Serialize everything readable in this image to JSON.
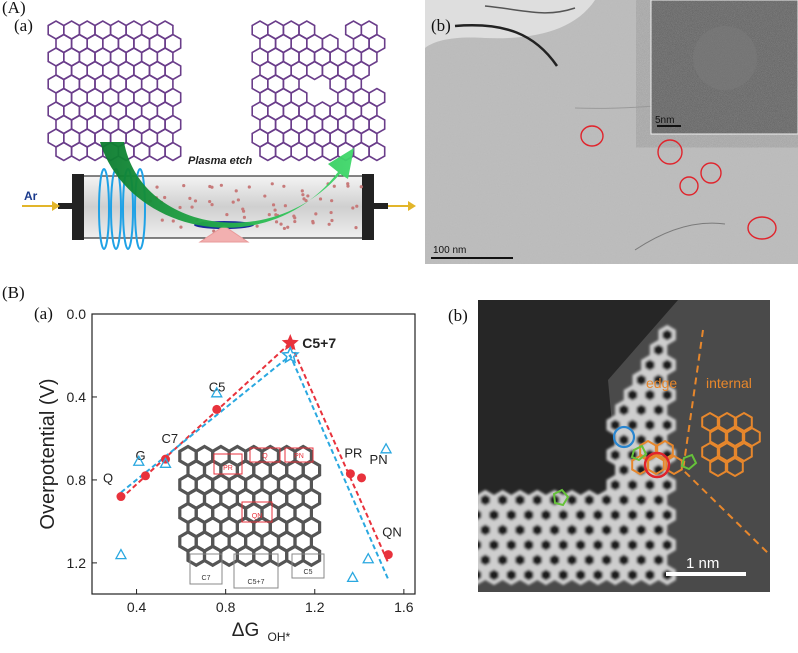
{
  "figure": {
    "section_a_label": "(A)",
    "section_b_label": "(B)"
  },
  "panel_a_a": {
    "label": "(a)",
    "process_label": "Plasma etch",
    "gas_label": "Ar"
  },
  "panel_a_b": {
    "label": "(b)",
    "inset_scale": "5nm",
    "scale_bar": "100 nm"
  },
  "panel_b_b": {
    "label": "(b)",
    "edge_label": "edge",
    "internal_label": "internal",
    "scale_bar": "1 nm"
  },
  "chart_data": {
    "type": "scatter",
    "panel_label": "(a)",
    "xlabel": "ΔG",
    "xlabel_sub": "OH*",
    "ylabel": "Overpotential (V)",
    "xlim": [
      0.2,
      1.65
    ],
    "ylim": [
      1.35,
      0.0
    ],
    "y_inverted": true,
    "xticks": [
      0.4,
      0.8,
      1.2,
      1.6
    ],
    "xtick_labels": [
      "0.4",
      "0.8",
      "1.2",
      "1.6"
    ],
    "yticks": [
      0.0,
      0.4,
      0.8,
      1.2
    ],
    "ytick_labels": [
      "0.0",
      "0.4",
      "0.8",
      "1.2"
    ],
    "series": [
      {
        "marker": "filled-circle",
        "color": "#e8323c",
        "points": [
          {
            "x": 0.33,
            "y": 0.88,
            "label": "Q"
          },
          {
            "x": 0.44,
            "y": 0.78,
            "label": "G"
          },
          {
            "x": 0.53,
            "y": 0.7,
            "label": "C7"
          },
          {
            "x": 0.76,
            "y": 0.46,
            "label": "C5"
          },
          {
            "x": 1.09,
            "y": 0.14,
            "label": "C5+7",
            "marker": "star"
          },
          {
            "x": 1.36,
            "y": 0.77,
            "label": "PR"
          },
          {
            "x": 1.41,
            "y": 0.79,
            "label": "PN"
          },
          {
            "x": 1.53,
            "y": 1.16,
            "label": "QN"
          }
        ]
      },
      {
        "marker": "open-triangle",
        "color": "#2aa8e0",
        "points": [
          {
            "x": 0.33,
            "y": 1.16
          },
          {
            "x": 0.41,
            "y": 0.71
          },
          {
            "x": 0.53,
            "y": 0.72
          },
          {
            "x": 0.76,
            "y": 0.38
          },
          {
            "x": 1.09,
            "y": 0.2,
            "marker": "star-open"
          },
          {
            "x": 1.44,
            "y": 1.18
          },
          {
            "x": 1.37,
            "y": 1.27
          },
          {
            "x": 1.52,
            "y": 0.65
          }
        ]
      }
    ],
    "fit_lines": [
      {
        "color": "#e8323c",
        "x": [
          0.33,
          1.09,
          1.53
        ],
        "y": [
          0.89,
          0.14,
          1.2
        ]
      },
      {
        "color": "#2aa8e0",
        "x": [
          0.33,
          1.09,
          1.53
        ],
        "y": [
          0.86,
          0.2,
          1.28
        ]
      }
    ],
    "inset_labels": [
      "PR",
      "Q",
      "PN",
      "QN",
      "C7",
      "C5+7",
      "C5"
    ]
  }
}
